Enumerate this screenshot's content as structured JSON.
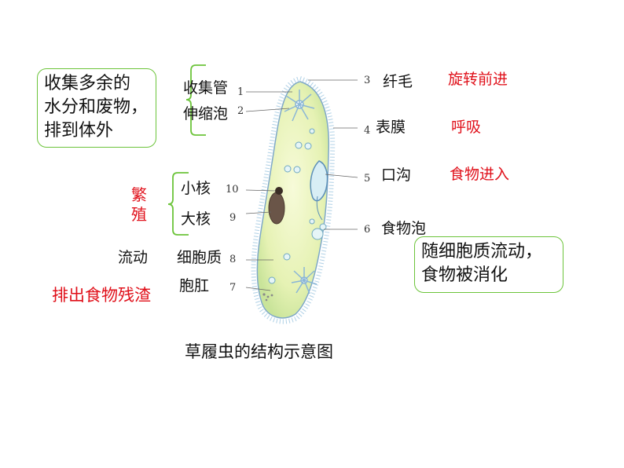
{
  "caption": "草履虫的结构示意图",
  "left_box": {
    "lines": [
      "收集多余的",
      "水分和废物，",
      "排到体外"
    ],
    "border_color": "#6cc43a"
  },
  "right_box": {
    "lines": [
      "随细胞质流动，",
      "食物被消化"
    ],
    "border_color": "#6cc43a"
  },
  "reproduction_label": {
    "lines": [
      "繁",
      "殖"
    ],
    "color": "#e0101a"
  },
  "flow_label": "流动",
  "waste_label": "排出食物残渣",
  "left_parts": [
    {
      "num": "1",
      "name": "收集管"
    },
    {
      "num": "2",
      "name": "伸缩泡"
    },
    {
      "num": "10",
      "name": "小核"
    },
    {
      "num": "9",
      "name": "大核"
    },
    {
      "num": "8",
      "name": "细胞质"
    },
    {
      "num": "7",
      "name": "胞肛"
    }
  ],
  "right_parts": [
    {
      "num": "3",
      "name": "纤毛",
      "function": "旋转前进"
    },
    {
      "num": "4",
      "name": "表膜",
      "function": "呼吸"
    },
    {
      "num": "5",
      "name": "口沟",
      "function": "食物进入"
    },
    {
      "num": "6",
      "name": "食物泡",
      "function": ""
    }
  ],
  "colors": {
    "function_text": "#e0101a",
    "bracket": "#6cc43a",
    "cell_body": "#eef7c8",
    "cell_outline": "#7ea8c8"
  }
}
